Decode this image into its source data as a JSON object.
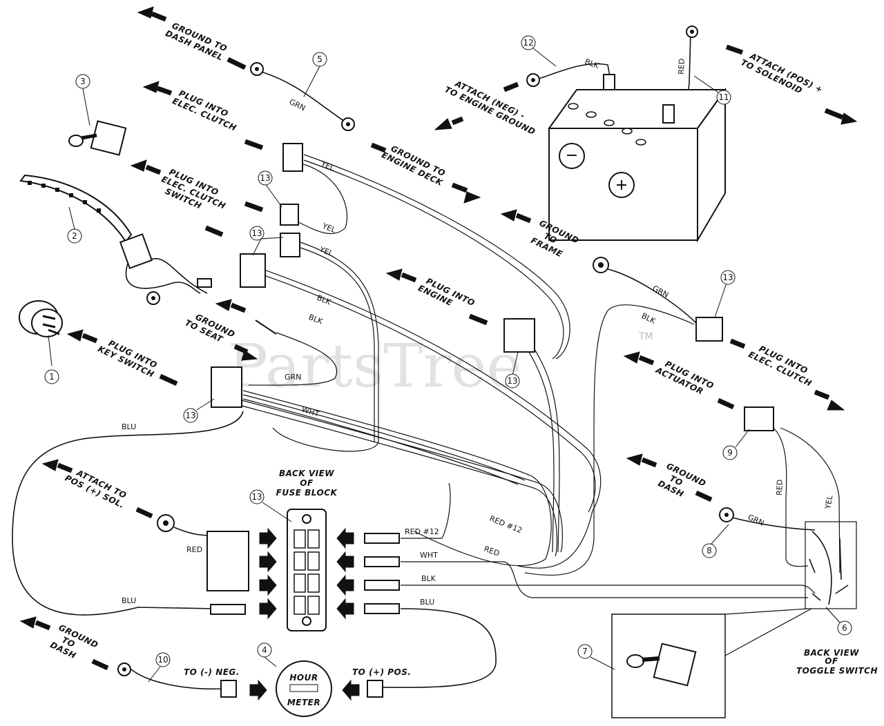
{
  "watermark": {
    "text": "PartsTree",
    "tm": "TM"
  },
  "callouts": [
    "1",
    "2",
    "3",
    "4",
    "5",
    "6",
    "7",
    "8",
    "9",
    "10",
    "11",
    "12",
    "13"
  ],
  "annotations": {
    "ground_dash_panel": [
      "GROUND TO",
      "DASH PANEL"
    ],
    "plug_elec_clutch_1": [
      "PLUG INTO",
      "ELEC. CLUTCH"
    ],
    "plug_elec_clutch_switch": [
      "PLUG INTO",
      "ELEC. CLUTCH",
      "SWITCH"
    ],
    "ground_engine_deck": [
      "GROUND TO",
      "ENGINE DECK"
    ],
    "attach_neg": [
      "ATTACH (NEG) -",
      "TO ENGINE GROUND"
    ],
    "attach_pos_solenoid": [
      "ATTACH (POS) +",
      "TO SOLENOID"
    ],
    "ground_frame": [
      "GROUND",
      "TO",
      "FRAME"
    ],
    "plug_engine": [
      "PLUG INTO",
      "ENGINE"
    ],
    "ground_seat": [
      "GROUND",
      "TO SEAT"
    ],
    "plug_key_switch": [
      "PLUG INTO",
      "KEY SWITCH"
    ],
    "plug_elec_clutch_2": [
      "PLUG INTO",
      "ELEC. CLUTCH"
    ],
    "plug_actuator": [
      "PLUG INTO",
      "ACTUATOR"
    ],
    "ground_dash_right": [
      "GROUND",
      "TO",
      "DASH"
    ],
    "attach_pos_sol": [
      "ATTACH TO",
      "POS (+) SOL."
    ],
    "fuse_block_title": [
      "BACK VIEW",
      "OF",
      "FUSE BLOCK"
    ],
    "ground_dash_left": [
      "GROUND",
      "TO",
      "DASH"
    ],
    "to_neg": "TO (-) NEG.",
    "to_pos": "TO (+) POS.",
    "hour_meter": [
      "HOUR",
      "METER"
    ],
    "toggle_title": [
      "BACK VIEW",
      "OF",
      "TOGGLE SWITCH"
    ]
  },
  "wire_labels": {
    "grn_5": "GRN",
    "blk_12": "BLK",
    "red_11": "RED",
    "yel_1": "YEL",
    "yel_2": "YEL",
    "yel_3": "YEL",
    "blk_a": "BLK",
    "blk_b": "BLK",
    "grn_frame": "GRN",
    "blk_right": "BLK",
    "grn_seat": "GRN",
    "wht_main": "WHT",
    "blu_top": "BLU",
    "red_9": "RED",
    "yel_9": "YEL",
    "grn_8": "GRN",
    "red12_a": "RED #12",
    "red12_b": "RED #12",
    "red_c": "RED",
    "red_left": "RED",
    "wht_fuse": "WHT",
    "blk_fuse": "BLK",
    "blu_fuse": "BLU",
    "blu_left": "BLU"
  },
  "battery_symbols": {
    "neg": "−",
    "pos": "+"
  }
}
